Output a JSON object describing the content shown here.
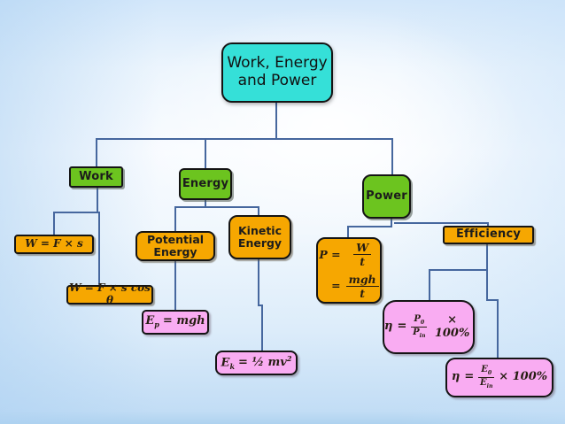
{
  "colors": {
    "title_box": "#35e0d8",
    "topic_green": "#6cc41f",
    "subtopic_orange": "#f6a701",
    "formula_pink": "#f9acf2",
    "connector_line": "#46679e"
  },
  "title": {
    "line1": "Work, Energy",
    "line2": "and Power"
  },
  "nodes": {
    "work": {
      "label": "Work"
    },
    "energy": {
      "label": "Energy"
    },
    "power": {
      "label": "Power"
    },
    "potential": {
      "line1": "Potential",
      "line2": "Energy"
    },
    "kinetic": {
      "line1": "Kinetic",
      "line2": "Energy"
    },
    "efficiency": {
      "label": "Efficiency"
    }
  },
  "formulas": {
    "work_simple": "W = F × s",
    "work_cos": "W = F × s cos θ",
    "potential": {
      "sym": "E",
      "sub": "p",
      "rhs": "= mgh"
    },
    "kinetic": {
      "sym": "E",
      "sub": "k",
      "rhs": "= ½ mv",
      "sup": "2"
    },
    "power": {
      "lhs": "P",
      "eq1": "=",
      "num1": "W",
      "den1": "t",
      "eq2": "=",
      "num2": "mgh",
      "den2": "t"
    },
    "eff_power": {
      "lhs": "η",
      "eq": "=",
      "num_sym": "P",
      "num_sub": "0",
      "den_sym": "P",
      "den_sub": "in",
      "suffix": "× 100%"
    },
    "eff_energy": {
      "lhs": "η",
      "eq": "=",
      "num_sym": "E",
      "num_sub": "0",
      "den_sym": "E",
      "den_sub": "in",
      "suffix": "× 100%"
    }
  }
}
